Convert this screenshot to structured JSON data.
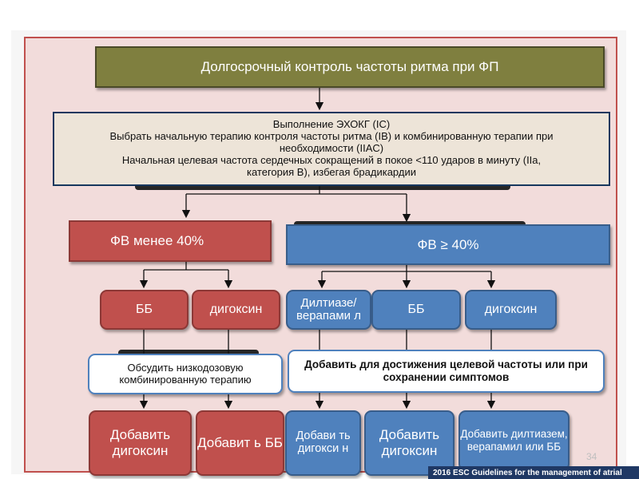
{
  "title": "Долгосрочный контроль частоты ритма при ФП",
  "echo": {
    "line1": "Выполнение ЭХОКГ (IC)",
    "line2": "Выбрать начальную терапию контроля частоты ритма (IB) и комбинированную терапии при",
    "line3": "необходимости (IIAC)",
    "line4": "Начальная целевая частота сердечных сокращений в покое  <110 ударов в минуту (IIa,",
    "line5": "категория B), избегая брадикардии"
  },
  "branches": {
    "low": "ФВ менее 40%",
    "high": "ФВ ≥ 40%"
  },
  "drugs": {
    "bb_low": "ББ",
    "digoxin_low": "дигоксин",
    "diltiazem": "Дилтиазе/ верапами л",
    "bb_high": "ББ",
    "digoxin_high": "дигоксин"
  },
  "notes": {
    "discuss": "Обсудить низкодозовую комбинированную терапию",
    "add_target": "Добавить для достижения целевой частоты или при сохранении симптомов"
  },
  "add_actions": {
    "a1": "Добавить дигоксин",
    "a2": "Добавит ь ББ",
    "a3": "Добави ть дигокси н",
    "a4": "Добавить дигоксин",
    "a5": "Добавить дилтиазем, верапамил или ББ"
  },
  "page_number": "34",
  "footer": "2016 ESC Guidelines for the management of atrial",
  "colors": {
    "red": "#c0504d",
    "blue": "#4f81bd",
    "olive": "#7f7f3f",
    "frame_bg": "#f2dcdb",
    "footer_bg": "#1f3864"
  }
}
